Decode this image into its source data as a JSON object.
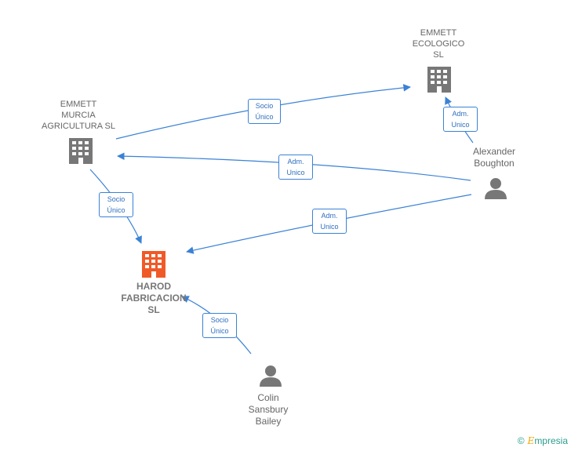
{
  "nodes": {
    "emmett_ecologico": "EMMETT\nECOLOGICO\nSL",
    "emmett_murcia": "EMMETT\nMURCIA\nAGRICULTURA SL",
    "harod": "HAROD\nFABRICACION\nSL",
    "alexander": "Alexander\nBoughton",
    "colin": "Colin\nSansbury\nBailey"
  },
  "edges": {
    "murcia_to_ecologico": "Socio\nÚnico",
    "alexander_to_ecologico": "Adm.\nUnico",
    "alexander_to_murcia": "Adm.\nUnico",
    "murcia_to_harod": "Socio\nÚnico",
    "alexander_to_harod": "Adm.\nUnico",
    "colin_to_harod": "Socio\nÚnico"
  },
  "brand": {
    "copyright": "©",
    "e": "E",
    "rest": "mpresia"
  },
  "colors": {
    "edge": "#3b82d6",
    "company": "#777777",
    "main_company": "#f05a28",
    "person": "#777777"
  }
}
